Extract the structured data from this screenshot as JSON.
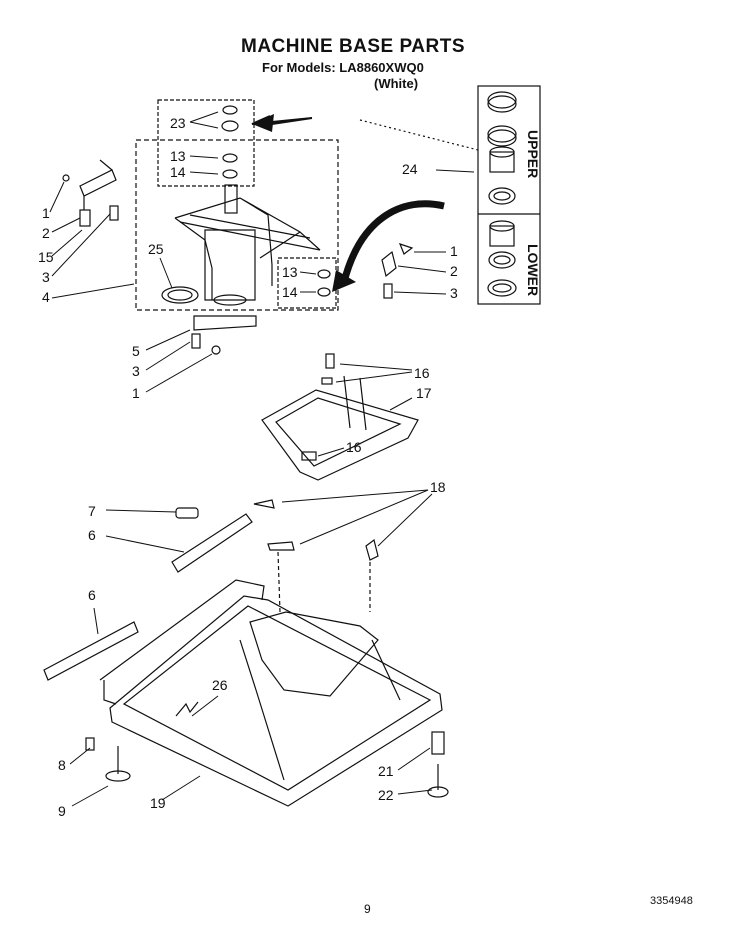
{
  "header": {
    "title": "MACHINE BASE PARTS",
    "models_line": "For Models:  LA8860XWQ0",
    "color_line": "(White)"
  },
  "side_panel": {
    "upper_label": "UPPER",
    "lower_label": "LOWER"
  },
  "callouts": [
    "23",
    "13",
    "14",
    "1",
    "2",
    "15",
    "3",
    "4",
    "25",
    "13",
    "14",
    "5",
    "3",
    "1",
    "24",
    "1",
    "2",
    "3",
    "16",
    "17",
    "16",
    "18",
    "7",
    "6",
    "6",
    "26",
    "8",
    "9",
    "19",
    "21",
    "22"
  ],
  "footer": {
    "page_number": "9",
    "document_number": "3354948"
  }
}
